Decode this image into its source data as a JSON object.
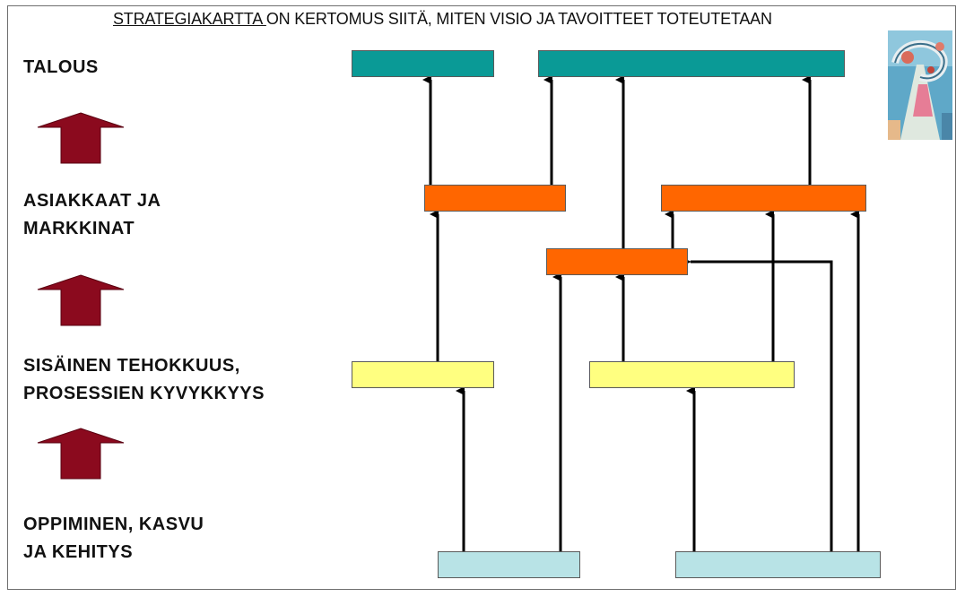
{
  "title": {
    "underlined": "STRATEGIAKARTTA ",
    "rest": "ON KERTOMUS SIITÄ, MITEN VISIO JA TAVOITTEET TOTEUTETAAN"
  },
  "perspectives": {
    "talous": [
      "TALOUS"
    ],
    "asiakkaat": [
      "ASIAKKAAT JA",
      "MARKKINAT"
    ],
    "sisainen": [
      "SISÄINEN TEHOKKUUS,",
      "PROSESSIEN KYVYKKYYS"
    ],
    "oppiminen": [
      "OPPIMINEN, KASVU",
      "JA KEHITYS"
    ]
  },
  "colors": {
    "talous": "#0a9a96",
    "asiakkaat": "#ff6600",
    "sisainen": "#ffff80",
    "oppiminen": "#b8e3e6",
    "level_arrow": "#8b0a1e",
    "connector": "#000000"
  },
  "icons": {
    "level_arrow": "up-arrow-icon",
    "picture": "road-illustration-icon"
  }
}
